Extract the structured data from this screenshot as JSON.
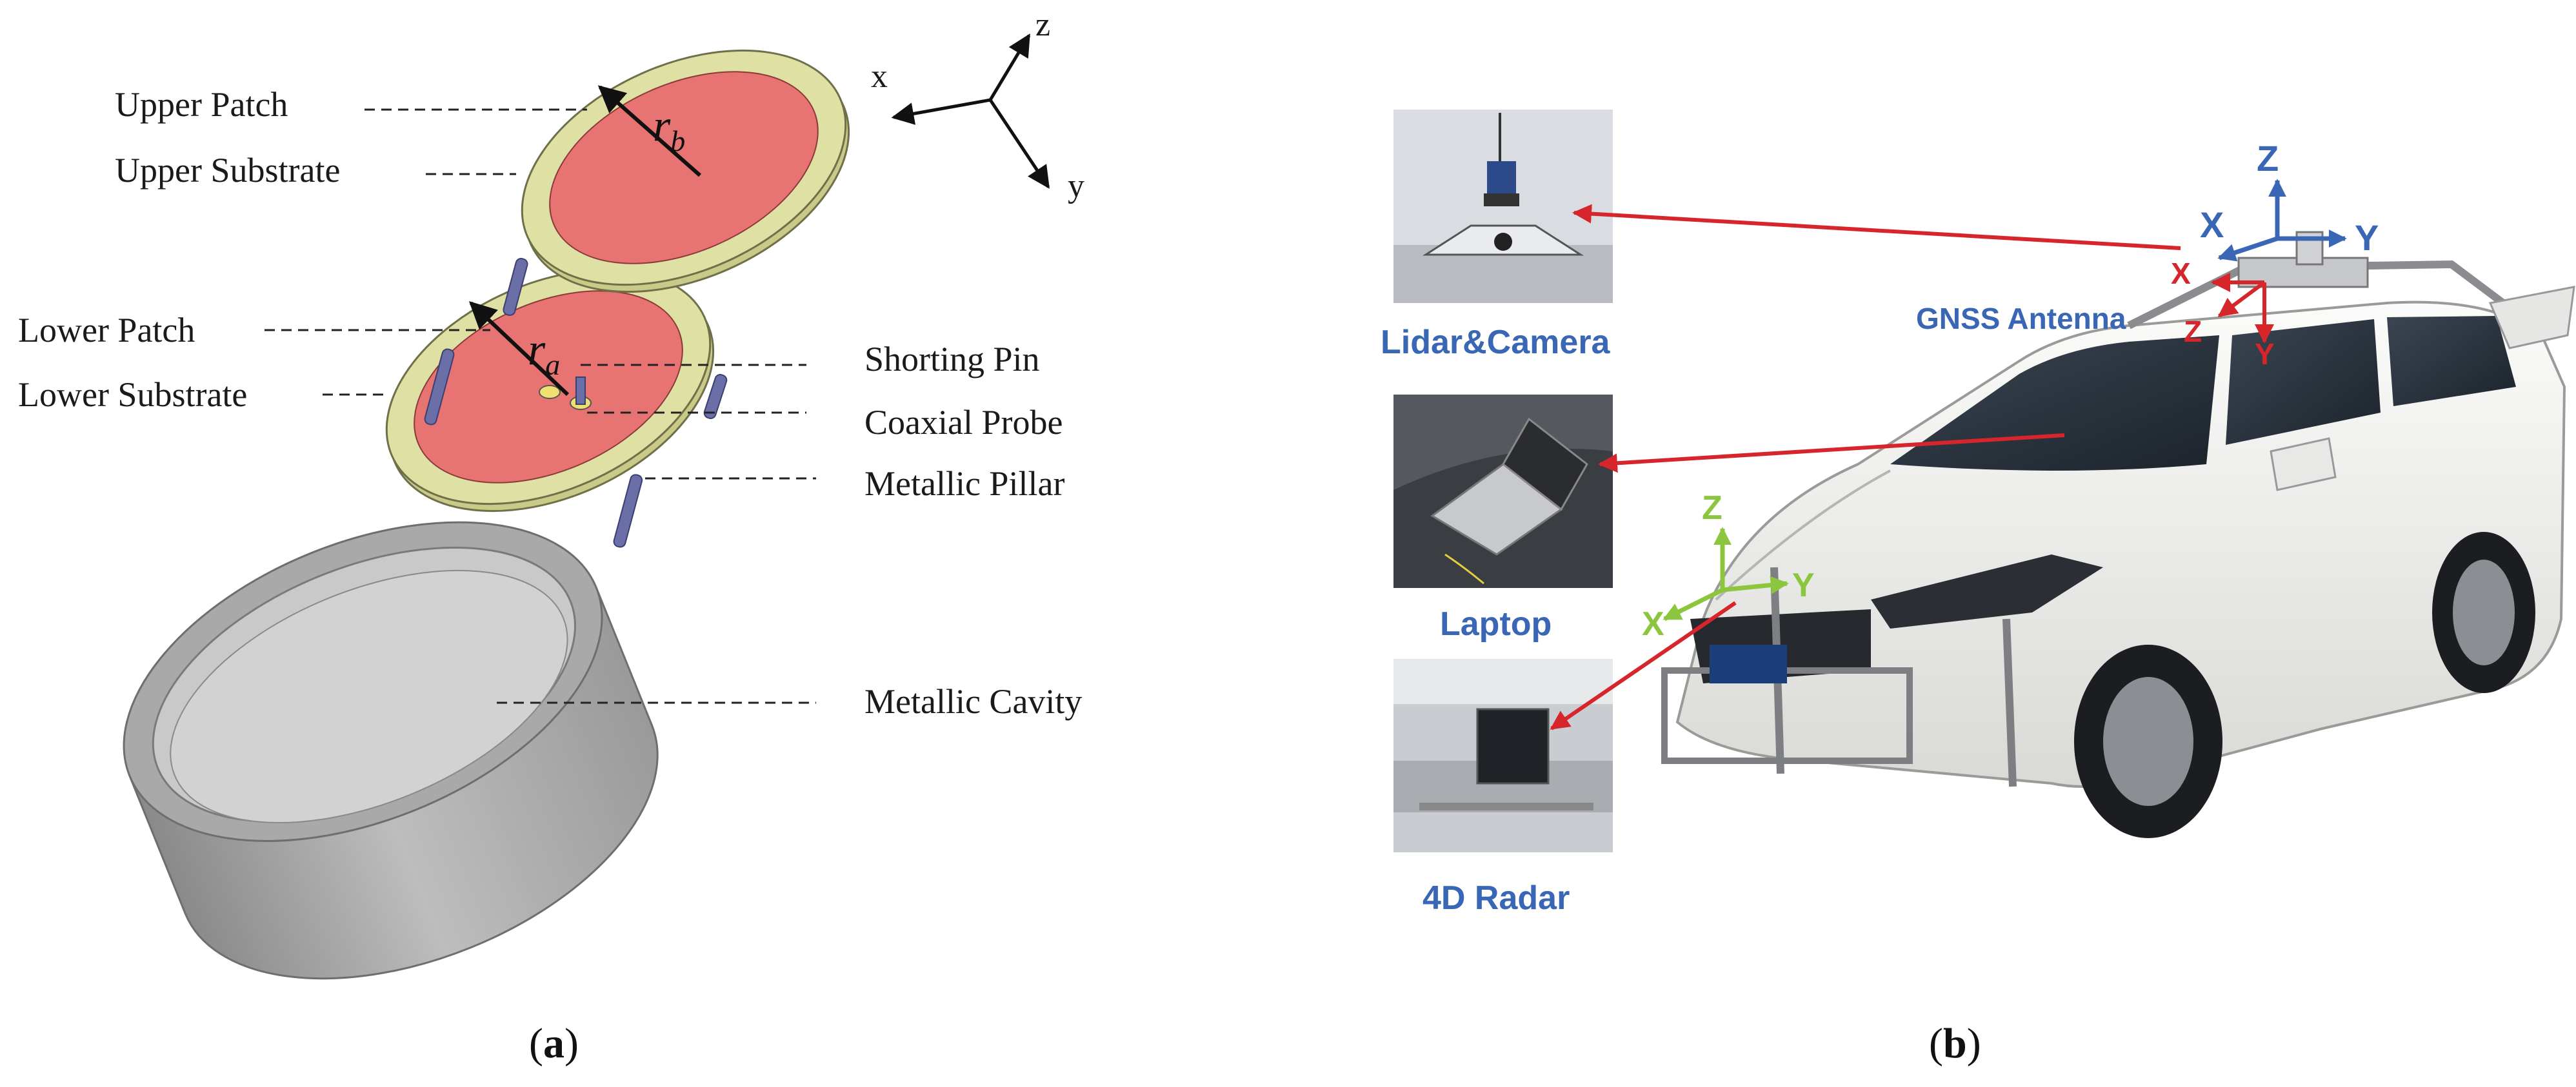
{
  "panel_a": {
    "labels": {
      "upper_patch": "Upper Patch",
      "upper_substrate": "Upper Substrate",
      "lower_patch": "Lower Patch",
      "lower_substrate": "Lower Substrate",
      "shorting_pin": "Shorting Pin",
      "coaxial_probe": "Coaxial Probe",
      "metallic_pillar": "Metallic Pillar",
      "metallic_cavity": "Metallic Cavity"
    },
    "radius_upper": {
      "base": "r",
      "sub": "b"
    },
    "radius_lower": {
      "base": "r",
      "sub": "a"
    },
    "axes": {
      "x": "x",
      "y": "y",
      "z": "z"
    },
    "caption": {
      "open": "(",
      "letter": "a",
      "close": ")"
    },
    "colors": {
      "patch": "#e87373",
      "substrate": "#dfe0a4",
      "cavity": "#b0b0b0",
      "pin": "#6b6fa8"
    }
  },
  "panel_b": {
    "photos": {
      "lidar_camera": "Lidar&Camera",
      "laptop": "Laptop",
      "radar": "4D Radar"
    },
    "gnss_label": "GNSS Antenna",
    "blue_axes": {
      "x": "X",
      "y": "Y",
      "z": "Z"
    },
    "red_axes": {
      "x": "X",
      "y": "Y",
      "z": "Z"
    },
    "green_axes": {
      "x": "X",
      "y": "Y",
      "z": "Z"
    },
    "caption": {
      "open": "(",
      "letter": "b",
      "close": ")"
    },
    "colors": {
      "label_blue": "#3a67b5",
      "arrow_red": "#d6262b",
      "axis_green": "#8cc63f",
      "car_body": "#f2f2f0"
    }
  }
}
